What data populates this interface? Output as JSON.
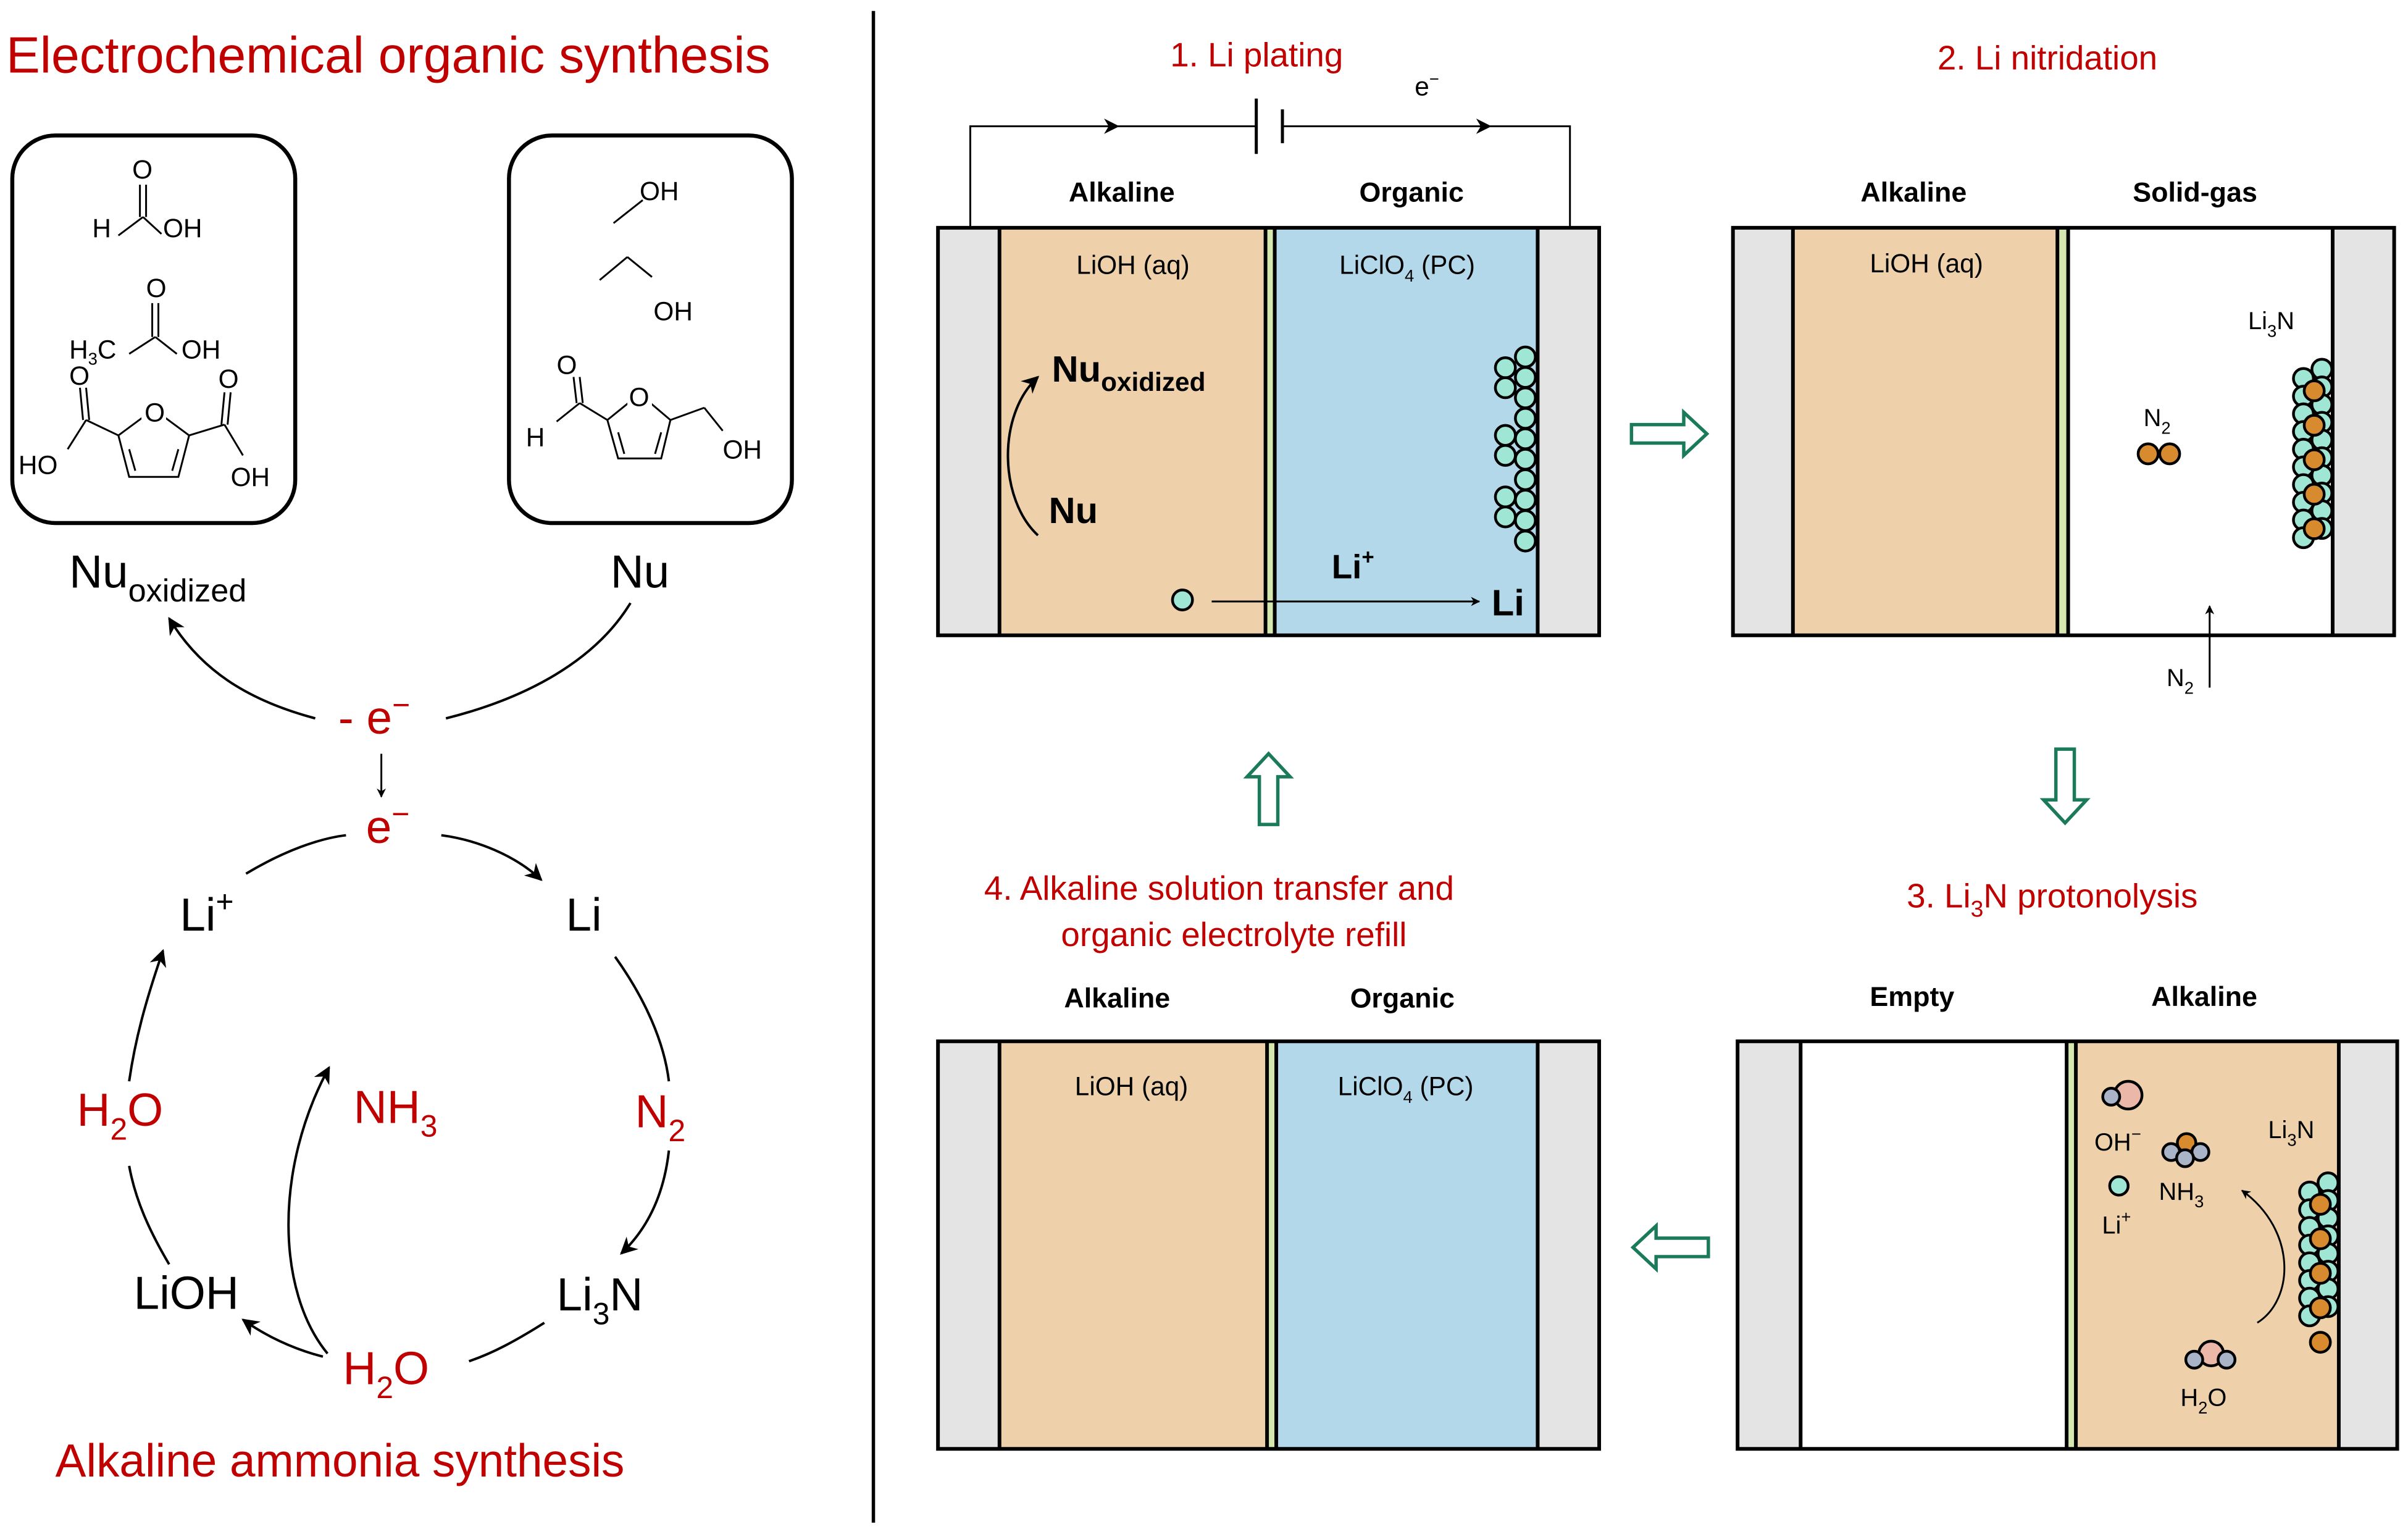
{
  "left": {
    "title_top": "Electrochemical organic synthesis",
    "title_bottom": "Alkaline ammonia synthesis",
    "oxidized_box": {
      "molecules": [
        {
          "name": "formic acid",
          "labels": [
            "O",
            "H",
            "OH"
          ]
        },
        {
          "name": "acetic acid",
          "labels": [
            "O",
            "H",
            "3",
            "C",
            "OH"
          ]
        },
        {
          "name": "2,5-furandicarboxylic acid",
          "labels": [
            "O",
            "O",
            "O",
            "HO",
            "OH"
          ]
        }
      ]
    },
    "substrate_box": {
      "molecules": [
        {
          "name": "methanol",
          "labels": [
            "OH"
          ]
        },
        {
          "name": "ethanol",
          "labels": [
            "OH"
          ]
        },
        {
          "name": "5-hydroxymethylfurfural",
          "labels": [
            "O",
            "O",
            "H",
            "OH"
          ]
        }
      ]
    },
    "nu_oxidized": {
      "main": "Nu",
      "sub": "oxidized"
    },
    "nu": "Nu",
    "minus_e": {
      "main": "- e",
      "sup": "−"
    },
    "e": {
      "main": "e",
      "sup": "−"
    },
    "cycle": {
      "li_plus": {
        "main": "Li",
        "sup": "+"
      },
      "li": "Li",
      "n2": {
        "main": "N",
        "sub": "2"
      },
      "li3n": {
        "main": "Li",
        "sub": "3",
        "end": "N"
      },
      "h2o_bottom": {
        "main": "H",
        "sub": "2",
        "end": "O"
      },
      "lioh": "LiOH",
      "h2o_left": {
        "main": "H",
        "sub": "2",
        "end": "O"
      },
      "nh3": {
        "main": "NH",
        "sub": "3"
      }
    }
  },
  "steps": [
    {
      "title": "1. Li plating",
      "left_label": "Alkaline",
      "right_label": "Organic",
      "left_electrolyte": "LiOH (aq)",
      "right_electrolyte": {
        "main": "LiClO",
        "sub": "4",
        "end": " (PC)"
      },
      "electron": {
        "main": "e",
        "sup": "−"
      },
      "nu_oxidized": {
        "main": "Nu",
        "sub": "oxidized"
      },
      "nu": "Nu",
      "li_plus": {
        "main": "Li",
        "sup": "+"
      },
      "li": "Li"
    },
    {
      "title": "2. Li nitridation",
      "left_label": "Alkaline",
      "right_label": "Solid-gas",
      "left_electrolyte": "LiOH (aq)",
      "li3n": {
        "main": "Li",
        "sub": "3",
        "end": "N"
      },
      "n2_molecule": {
        "main": "N",
        "sub": "2"
      },
      "n2_inlet": {
        "main": "N",
        "sub": "2"
      }
    },
    {
      "title": {
        "main": "3. Li",
        "sub": "3",
        "end": "N protonolysis"
      },
      "left_label": "Empty",
      "right_label": "Alkaline",
      "oh": {
        "main": "OH",
        "sup": "−"
      },
      "nh3": {
        "main": "NH",
        "sub": "3"
      },
      "li_plus": {
        "main": "Li",
        "sup": "+"
      },
      "li3n": {
        "main": "Li",
        "sub": "3",
        "end": "N"
      },
      "h2o": {
        "main": "H",
        "sub": "2",
        "end": "O"
      }
    },
    {
      "title_line1": "4. Alkaline solution transfer and",
      "title_line2": "organic electrolyte refill",
      "left_label": "Alkaline",
      "right_label": "Organic",
      "left_electrolyte": "LiOH (aq)",
      "right_electrolyte": {
        "main": "LiClO",
        "sub": "4",
        "end": " (PC)"
      }
    }
  ],
  "colors": {
    "title_red": "#c00000",
    "alkaline": "#eed1aa",
    "organic": "#b3d8ea",
    "separator": "#d6e8b0",
    "electrode": "#e4e4e4",
    "flow_arrow": "#1a7a5a",
    "li_atom": "#a0e6d4",
    "n_atom": "#d88b2e",
    "o_atom": "#ebb7a8",
    "h_atom": "#a9b4c9"
  }
}
